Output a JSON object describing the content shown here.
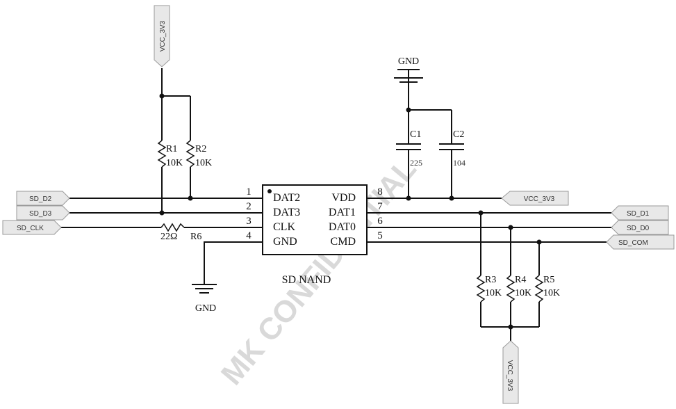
{
  "chip": {
    "name": "SD NAND",
    "pins_left": [
      {
        "num": "1",
        "name": "DAT2"
      },
      {
        "num": "2",
        "name": "DAT3"
      },
      {
        "num": "3",
        "name": "CLK"
      },
      {
        "num": "4",
        "name": "GND"
      }
    ],
    "pins_right": [
      {
        "num": "8",
        "name": "VDD"
      },
      {
        "num": "7",
        "name": "DAT1"
      },
      {
        "num": "6",
        "name": "DAT0"
      },
      {
        "num": "5",
        "name": "CMD"
      }
    ]
  },
  "net_labels": {
    "sd_d2": "SD_D2",
    "sd_d3": "SD_D3",
    "sd_clk": "SD_CLK",
    "sd_d1": "SD_D1",
    "sd_d0": "SD_D0",
    "sd_com": "SD_COM",
    "vcc_top": "VCC_3V3",
    "vcc_right": "VCC_3V3",
    "vcc_bottom": "VCC_3V3"
  },
  "resistors": {
    "r1": {
      "ref": "R1",
      "value": "10K"
    },
    "r2": {
      "ref": "R2",
      "value": "10K"
    },
    "r3": {
      "ref": "R3",
      "value": "10K"
    },
    "r4": {
      "ref": "R4",
      "value": "10K"
    },
    "r5": {
      "ref": "R5",
      "value": "10K"
    },
    "r6": {
      "ref": "R6",
      "value": "22Ω"
    }
  },
  "capacitors": {
    "c1": {
      "ref": "C1",
      "value": "225"
    },
    "c2": {
      "ref": "C2",
      "value": "104"
    }
  },
  "grounds": {
    "top": "GND",
    "bottom": "GND"
  },
  "watermark": "MK CONFIDENTIAL"
}
